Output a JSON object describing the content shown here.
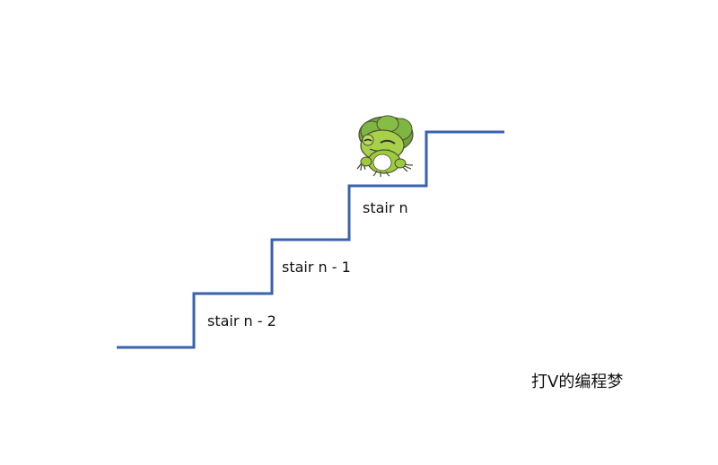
{
  "diagram": {
    "stair_color": "#3A62AE",
    "frog_colors": {
      "body": "#9CCB3B",
      "hat": "#6FA33A",
      "belly": "#FFFFFF",
      "outline": "#4E4E3A"
    },
    "labels": {
      "top": "stair n",
      "middle": "stair n - 1",
      "bottom": "stair n - 2"
    }
  },
  "watermark": "打V的编程梦",
  "icons": [
    "frog-icon"
  ]
}
